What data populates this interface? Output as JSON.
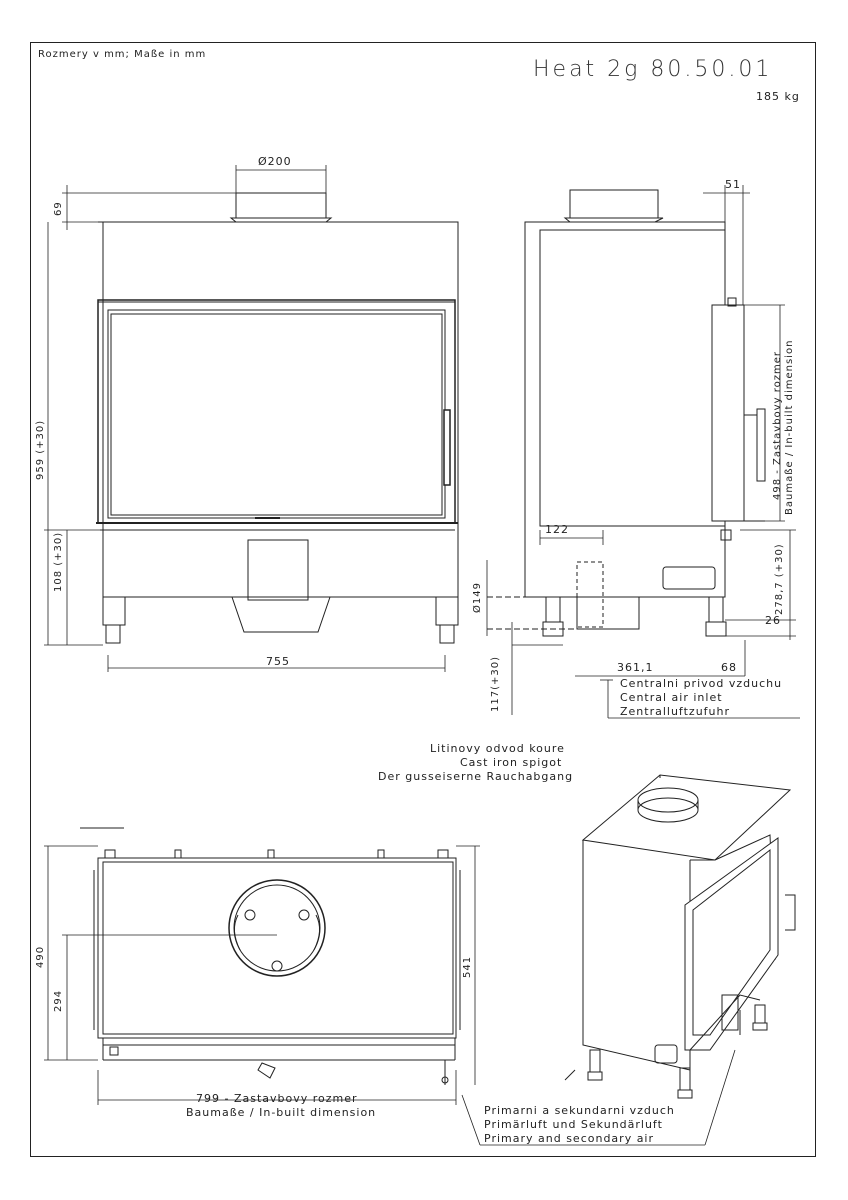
{
  "header": {
    "units_note": "Rozmery v mm; Maße in mm",
    "model": "Heat 2g 80.50.01",
    "weight": "185 kg"
  },
  "front_view": {
    "flue_diameter": "Ø200",
    "dim_top": "69",
    "dim_height": "959 (+30)",
    "dim_base": "108 (+30)",
    "dim_width": "755"
  },
  "side_view": {
    "dim_top_offset": "51",
    "dim_122": "122",
    "dim_inlet_diameter": "Ø149",
    "dim_inlet_depth": "361,1",
    "dim_68": "68",
    "dim_26": "26",
    "dim_278": "278,7 (+30)",
    "dim_117": "117(+30)",
    "install_dim_line1": "498 - Zastavbovy rozmer",
    "install_dim_line2": "Baumaße / In-built dimension",
    "air_inlet": [
      "Centralni privod vzduchu",
      "Central air inlet",
      "Zentralluftzufuhr"
    ]
  },
  "spigot_note": [
    "Litinovy odvod koure",
    "Cast iron spigot",
    "Der gusseiserne Rauchabgang"
  ],
  "top_view": {
    "dim_490": "490",
    "dim_294": "294",
    "dim_541": "541",
    "width_line1": "799 - Zastavbovy rozmer",
    "width_line2": "Baumaße / In-built dimension"
  },
  "air_note": [
    "Primarni a sekundarni vzduch",
    "Primärluft und Sekundärluft",
    "Primary and secondary air"
  ]
}
